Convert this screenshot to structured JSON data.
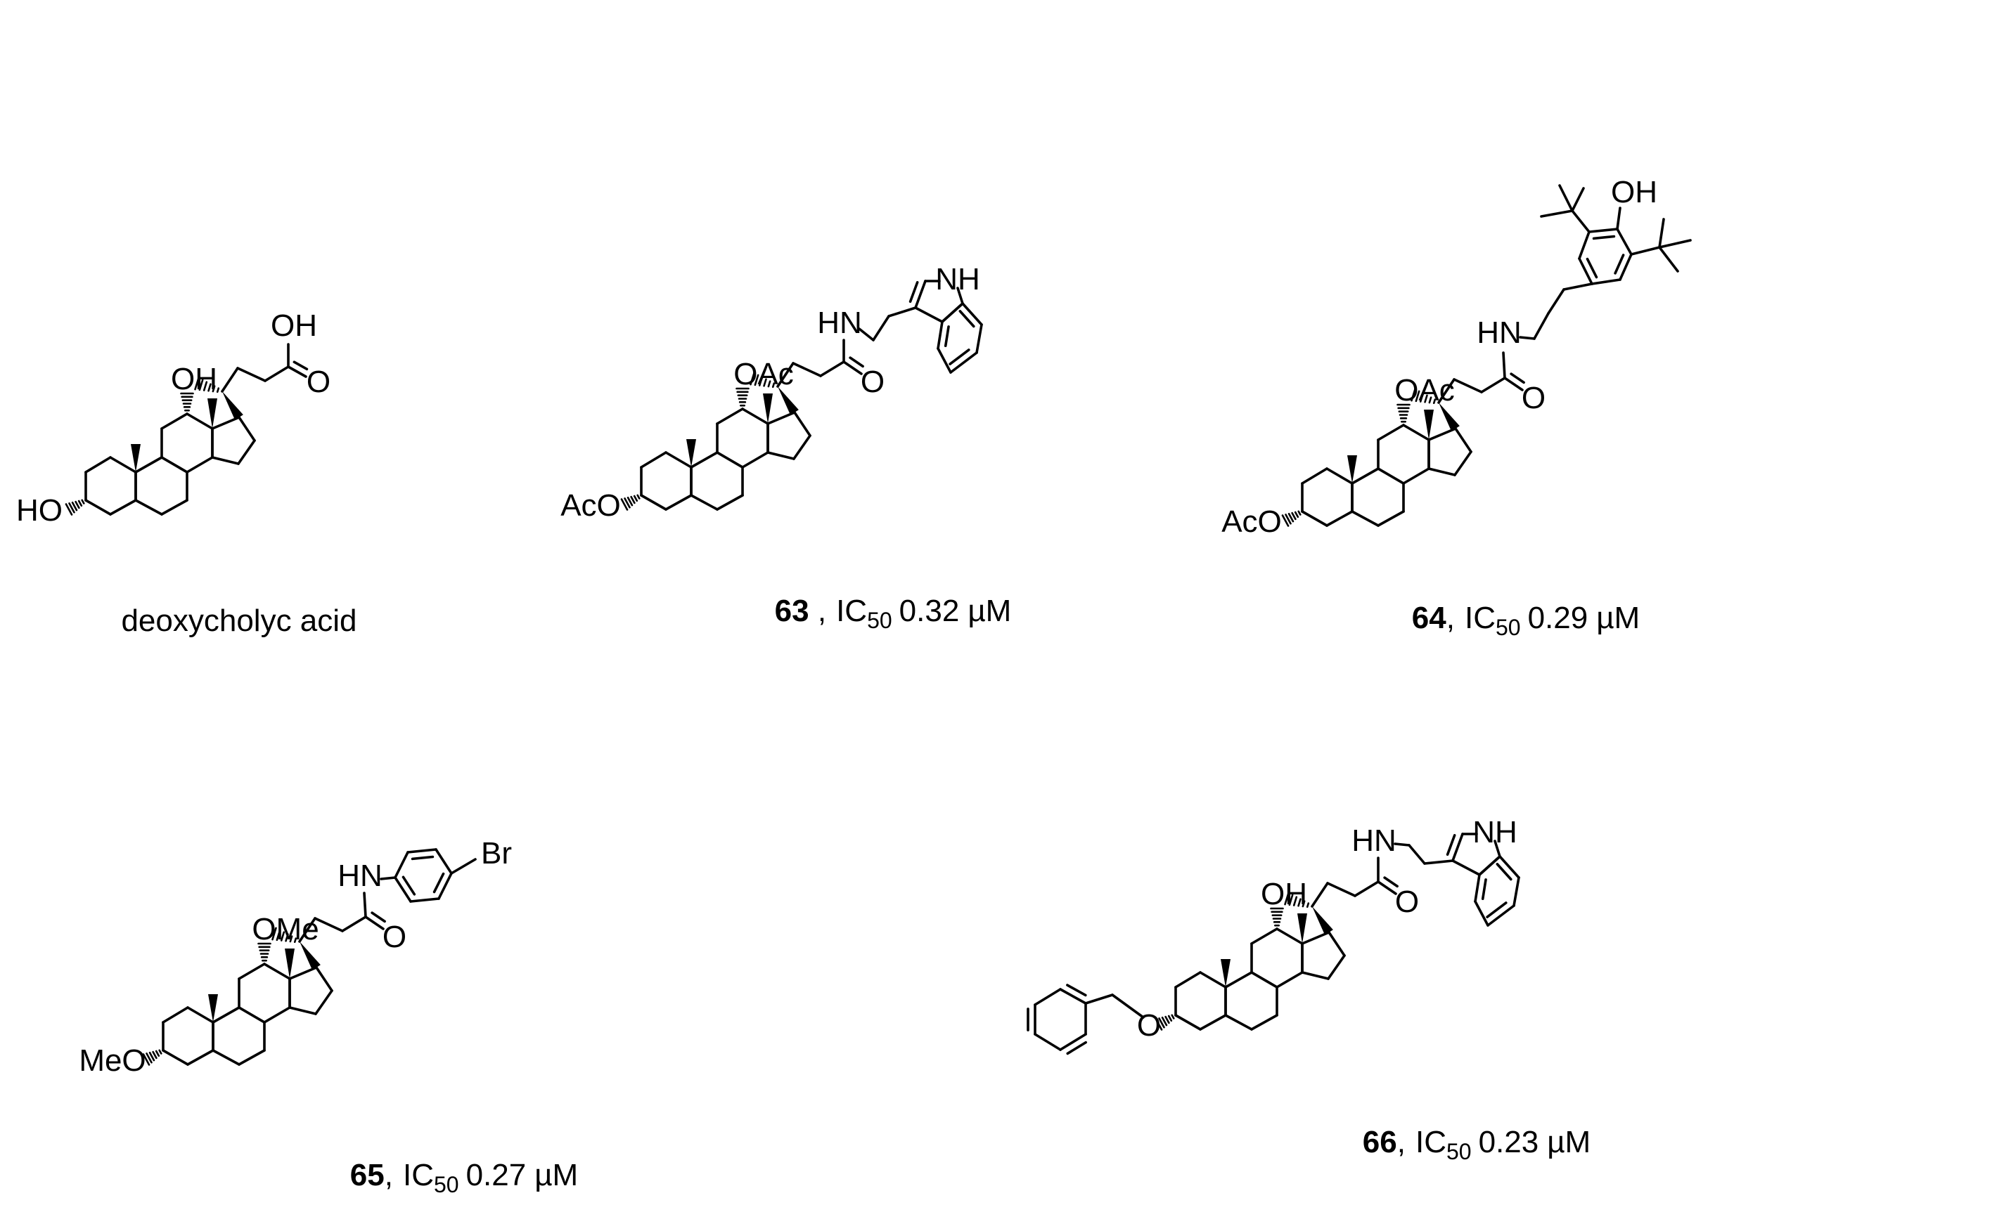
{
  "compounds": [
    {
      "id": "deoxycholic",
      "caption_text": "deoxycholyc acid",
      "labels": {
        "r3": "HO",
        "r12": "OH",
        "acid_oh": "OH",
        "acid_o": "O"
      }
    },
    {
      "id": "63",
      "number": "63",
      "separator": " ,",
      "ic_prefix": "IC",
      "ic_sub": "50",
      "ic_value": "0.32",
      "unit": "µM",
      "labels": {
        "r3": "AcO",
        "r12": "OAc",
        "amide_n": "HN",
        "amide_o": "O",
        "indole_nh": "NH"
      }
    },
    {
      "id": "64",
      "number": "64",
      "separator": ",",
      "ic_prefix": "IC",
      "ic_sub": "50",
      "ic_value": "0.29",
      "unit": "µM",
      "labels": {
        "r3": "AcO",
        "r12": "OAc",
        "amide_n": "HN",
        "amide_o": "O",
        "phenol_oh": "OH"
      }
    },
    {
      "id": "65",
      "number": "65",
      "separator": ",",
      "ic_prefix": "IC",
      "ic_sub": "50",
      "ic_value": "0.27",
      "unit": "µM",
      "labels": {
        "r3": "MeO",
        "r12": "OMe",
        "amide_n": "HN",
        "amide_o": "O",
        "halogen": "Br"
      }
    },
    {
      "id": "66",
      "number": "66",
      "separator": ",",
      "ic_prefix": "IC",
      "ic_sub": "50",
      "ic_value": "0.23",
      "unit": "µM",
      "labels": {
        "r3": "O",
        "r12": "OH",
        "amide_n": "HN",
        "amide_o": "O",
        "indole_nh": "NH"
      }
    }
  ]
}
